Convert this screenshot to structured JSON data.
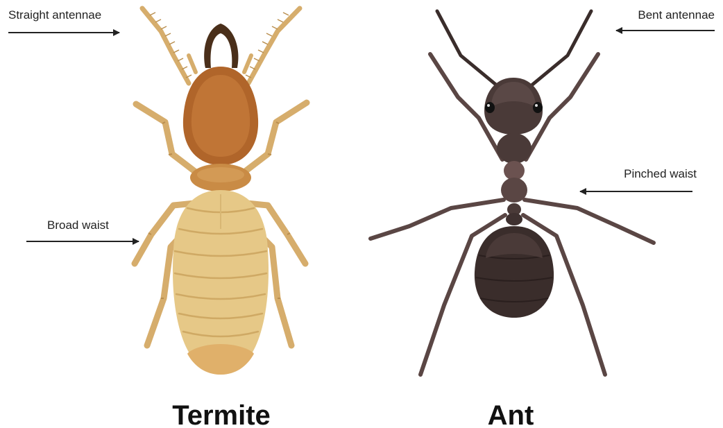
{
  "labels": {
    "straight_antennae": "Straight antennae",
    "broad_waist": "Broad waist",
    "bent_antennae": "Bent antennae",
    "pinched_waist": "Pinched waist"
  },
  "titles": {
    "termite": "Termite",
    "ant": "Ant"
  },
  "colors": {
    "termite_head": "#b0652a",
    "termite_thorax": "#c98b45",
    "termite_abdomen": "#e6c887",
    "termite_legs": "#d6ad6c",
    "termite_mandibles": "#4a2f1a",
    "ant_body": "#4a3a38",
    "ant_dark": "#3a2d2b",
    "ant_legs": "#5a4644",
    "arrows": "#222222"
  }
}
